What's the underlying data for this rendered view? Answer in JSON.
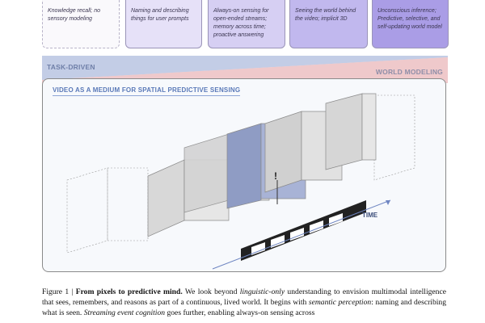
{
  "stages": [
    {
      "text": "Knowledge recall; no sensory modeling",
      "color": "#faf9fc"
    },
    {
      "text": "Naming and describing things for user prompts",
      "color": "#e6e1f8"
    },
    {
      "text": "Always-on sensing for open-ended streams; memory across time; proactive answering",
      "color": "#d6cff3"
    },
    {
      "text": "Seeing the world behind the video; implicit 3D",
      "color": "#c1b8ee"
    },
    {
      "text": "Unconscious inference; Predictive, selective, and self-updating world model",
      "color": "#aa9de6"
    }
  ],
  "banner": {
    "left": "TASK-DRIVEN",
    "right": "WORLD MODELING",
    "left_color": "#c3cde6",
    "right_color": "#efc9cb"
  },
  "panel": {
    "title": "VIDEO AS A MEDIUM FOR SPATIAL PREDICTIVE SENSING",
    "time_label": "TIME"
  },
  "caption": {
    "label": "Figure 1 | ",
    "bold": "From pixels to predictive mind.",
    "t1": " We look beyond ",
    "i1": "linguistic-only",
    "t2": " understanding to envision multimodal intelligence that sees, remembers, and reasons as part of a continuous, lived world. It begins with ",
    "i2": "semantic perception",
    "t3": ": naming and describing what is seen. ",
    "i3": "Streaming event cognition",
    "t4": " goes further, enabling always-on sensing across"
  }
}
